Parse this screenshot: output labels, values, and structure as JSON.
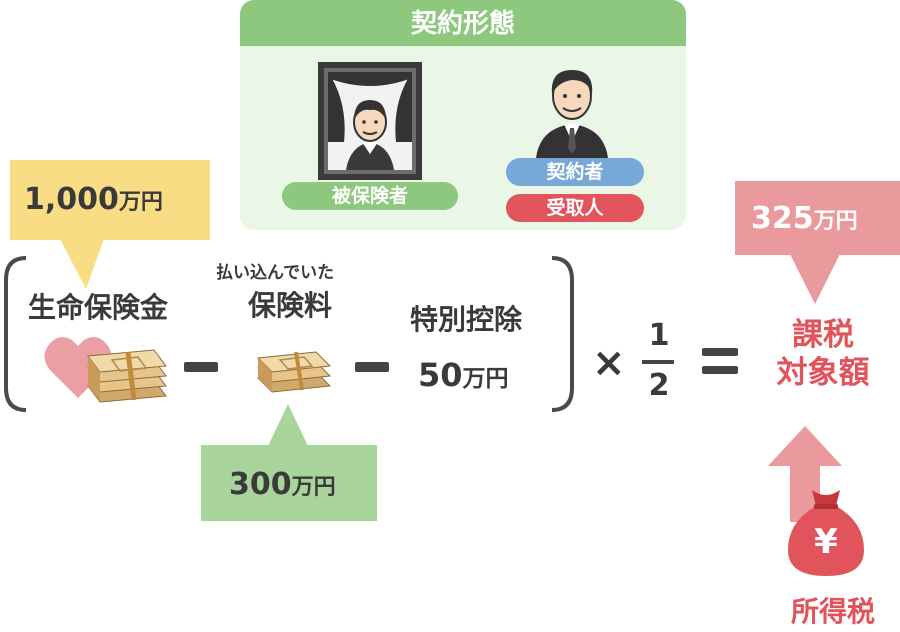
{
  "contract": {
    "title": "契約形態",
    "insured_label": "被保険者",
    "contractor_label": "契約者",
    "recipient_label": "受取人"
  },
  "colors": {
    "panel_green": "#8dc87e",
    "panel_bg": "#eaf6e6",
    "yellow": "#f9dd84",
    "green_callout": "#a9d49b",
    "pink": "#ea9a9d",
    "red": "#e2545c",
    "blue_pill": "#78a8d8"
  },
  "formula": {
    "benefit_amount": "1,000",
    "benefit_unit": "万円",
    "benefit_label": "生命保険金",
    "premiums_caption": "払い込んでいた",
    "premiums_label": "保険料",
    "premiums_amount": "300",
    "premiums_unit": "万円",
    "deduction_label": "特別控除",
    "deduction_amount": "50",
    "deduction_unit": "万円",
    "multiply_sign": "×",
    "fraction_numerator": "1",
    "fraction_denominator": "2",
    "equals_sign": "=",
    "result_line1": "課税",
    "result_line2": "対象額",
    "result_amount": "325",
    "result_unit": "万円",
    "tax_label": "所得税",
    "yen_symbol": "¥"
  }
}
